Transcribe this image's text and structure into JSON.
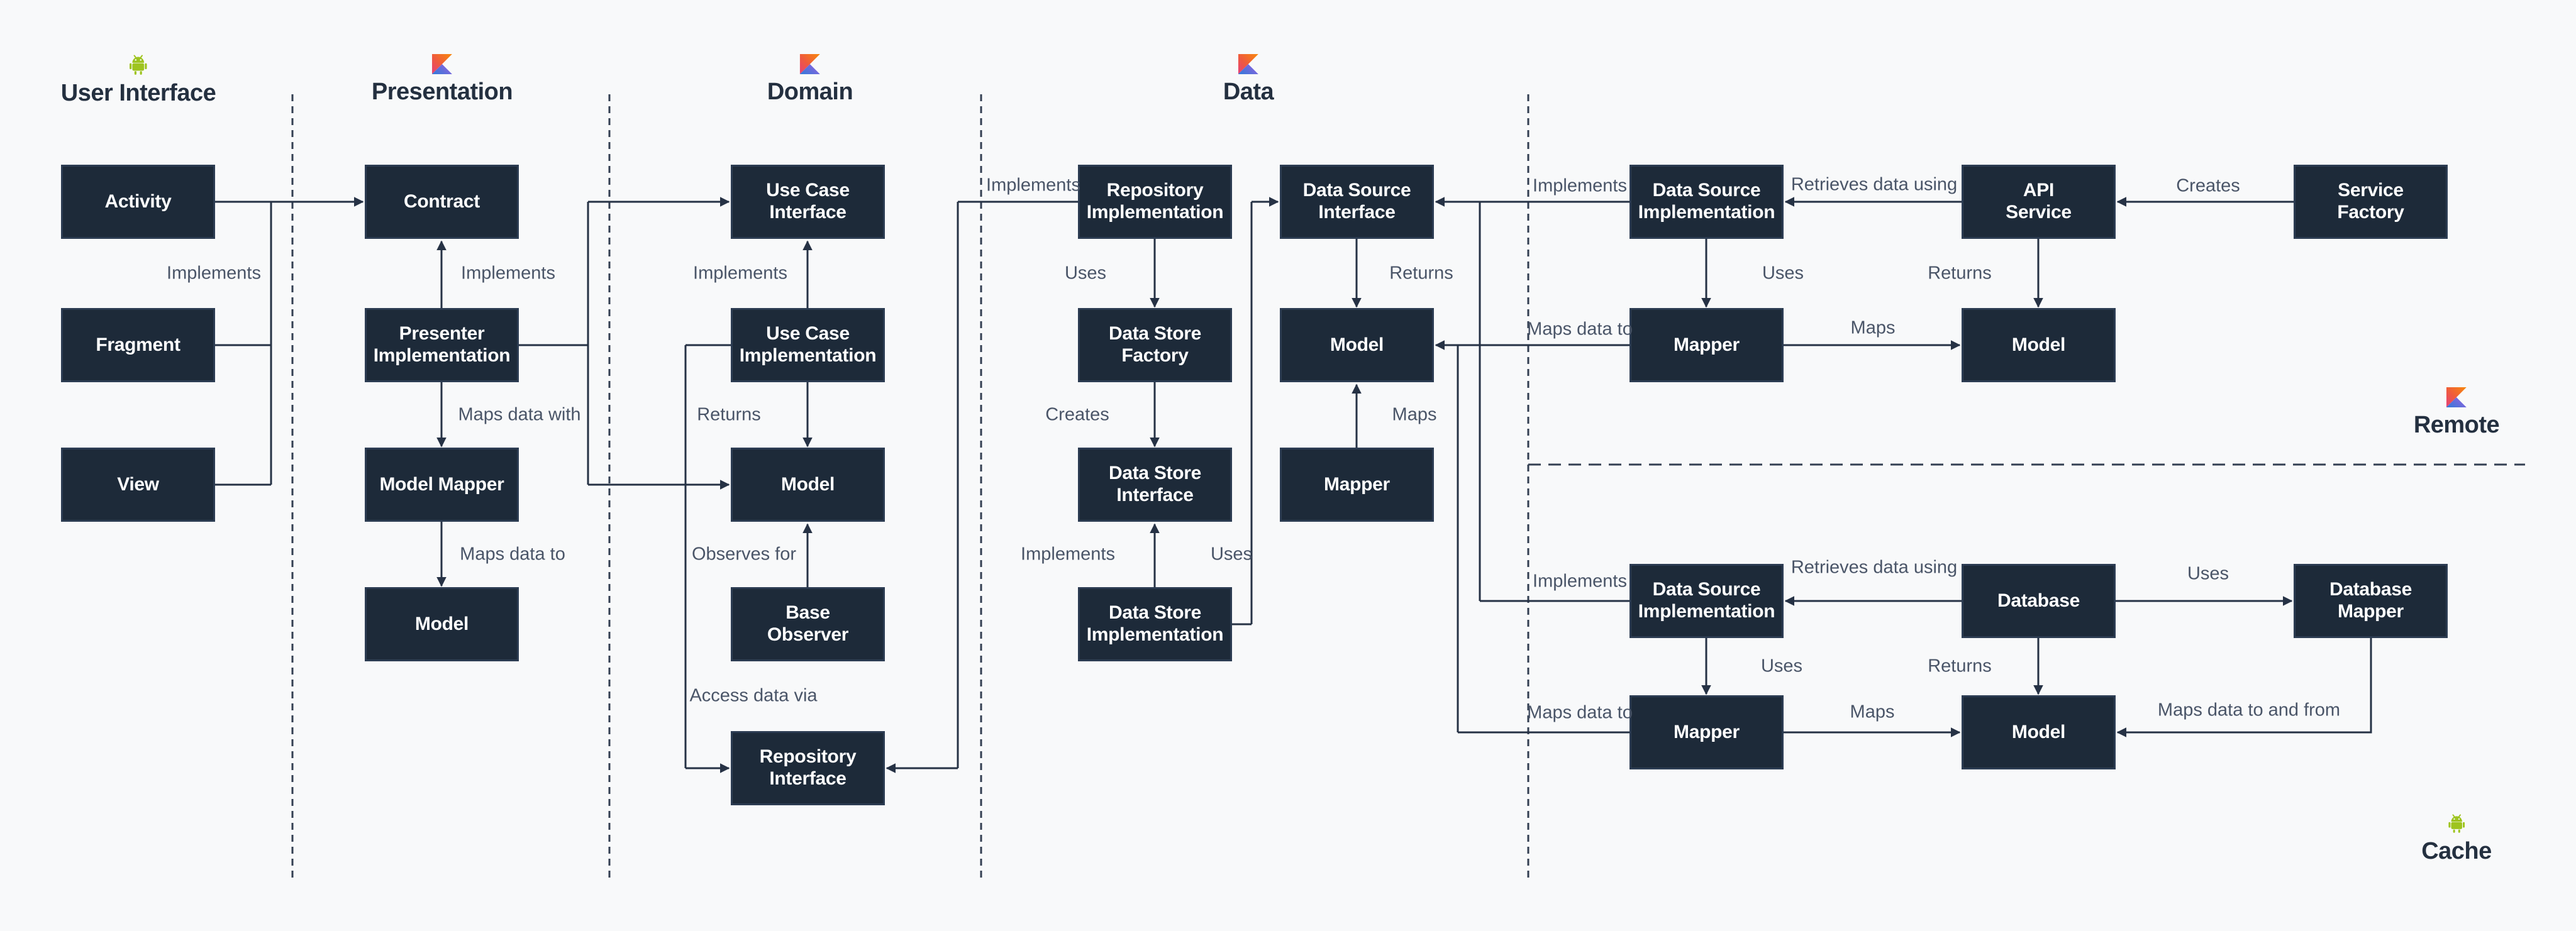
{
  "sections": {
    "user_interface": {
      "title": "User Interface",
      "icon": "android-icon"
    },
    "presentation": {
      "title": "Presentation",
      "icon": "kotlin-icon"
    },
    "domain": {
      "title": "Domain",
      "icon": "kotlin-icon"
    },
    "data": {
      "title": "Data",
      "icon": "kotlin-icon"
    },
    "remote": {
      "title": "Remote",
      "icon": "kotlin-icon"
    },
    "cache": {
      "title": "Cache",
      "icon": "android-icon"
    }
  },
  "boxes": {
    "activity": "Activity",
    "fragment": "Fragment",
    "view": "View",
    "contract": "Contract",
    "presenter_implementation": "Presenter\nImplementation",
    "model_mapper": "Model Mapper",
    "presentation_model": "Model",
    "use_case_interface": "Use Case\nInterface",
    "use_case_implementation": "Use Case\nImplementation",
    "domain_model": "Model",
    "base_observer": "Base\nObserver",
    "repository_interface": "Repository\nInterface",
    "repository_implementation": "Repository\nImplementation",
    "data_store_factory": "Data Store\nFactory",
    "data_store_interface": "Data Store\nInterface",
    "data_store_implementation": "Data Store\nImplementation",
    "data_source_interface": "Data Source\nInterface",
    "data_model": "Model",
    "data_mapper": "Mapper",
    "remote_data_source_implementation": "Data Source\nImplementation",
    "remote_mapper": "Mapper",
    "api_service": "API\nService",
    "remote_model": "Model",
    "service_factory": "Service\nFactory",
    "cache_data_source_implementation": "Data Source\nImplementation",
    "cache_mapper": "Mapper",
    "database": "Database",
    "cache_model": "Model",
    "database_mapper": "Database\nMapper"
  },
  "edge_labels": {
    "ui_implements": "Implements",
    "presentation_implements": "Implements",
    "maps_data_with": "Maps data with",
    "presentation_maps_data_to": "Maps data to",
    "domain_implements": "Implements",
    "domain_returns": "Returns",
    "observes_for": "Observes for",
    "access_data_via": "Access data via",
    "repository_implements": "Implements",
    "data_uses": "Uses",
    "data_creates": "Creates",
    "data_store_implements": "Implements",
    "data_store_uses": "Uses",
    "data_returns": "Returns",
    "data_maps": "Maps",
    "remote_implements": "Implements",
    "remote_maps_data_to": "Maps data to",
    "remote_retrieves_data_using": "Retrieves data using",
    "remote_uses": "Uses",
    "remote_returns": "Returns",
    "remote_maps": "Maps",
    "remote_creates": "Creates",
    "cache_implements": "Implements",
    "cache_maps_data_to": "Maps data to",
    "cache_retrieves_data_using": "Retrieves data using",
    "cache_uses": "Uses",
    "cache_returns": "Returns",
    "cache_maps": "Maps",
    "database_uses": "Uses",
    "maps_data_to_and_from": "Maps data to and from"
  },
  "colors": {
    "background": "#f8f9fa",
    "box_fill": "#1d2a39",
    "box_border": "#2c3c52",
    "box_text": "#ffffff",
    "line": "#263245",
    "edge_label_text": "#4a5568",
    "header_text": "#243040",
    "divider": "#333f52",
    "android_green": "#9ec41f",
    "kotlin_orange": "#f8890b",
    "kotlin_magenta": "#e5407c",
    "kotlin_blue": "#2f7bd9",
    "kotlin_purple": "#8a63dd"
  }
}
